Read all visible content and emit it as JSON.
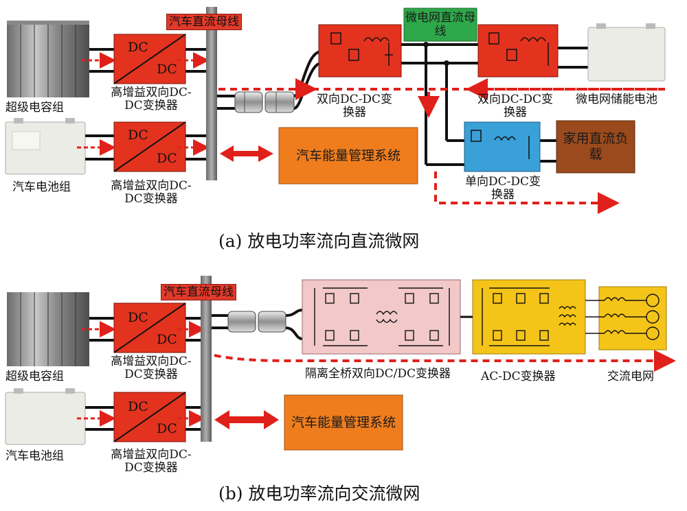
{
  "panel_a": {
    "caption": "(a) 放电功率流向直流微网",
    "bus_label": "汽车直流母线",
    "microgrid_bus_label": "微电网直流母线",
    "supercap_label": "超级电容组",
    "battery_label": "汽车电池组",
    "converter_dc_in": "DC",
    "converter_dc_out": "DC",
    "converter_top_label": "高增益双向DC-DC变换器",
    "converter_bottom_label": "高增益双向DC-DC变换器",
    "ems_label": "汽车能量管理系统",
    "bidirectional_converter_label": "双向DC-DC变换器",
    "storage_label": "微电网储能电池",
    "unidirectional_converter_label": "单向DC-DC变换器",
    "load_label": "家用直流负载"
  },
  "panel_b": {
    "caption": "(b) 放电功率流向交流微网",
    "bus_label": "汽车直流母线",
    "supercap_label": "超级电容组",
    "battery_label": "汽车电池组",
    "converter_dc_in": "DC",
    "converter_dc_out": "DC",
    "converter_top_label": "高增益双向DC-DC变换器",
    "converter_bottom_label": "高增益双向DC-DC变换器",
    "ems_label": "汽车能量管理系统",
    "isolated_converter_label": "隔离全桥双向DC/DC变换器",
    "acdc_label": "AC-DC变换器",
    "grid_label": "交流电网"
  },
  "colors": {
    "converter_red": "#e3331f",
    "ems_orange": "#ef7d1e",
    "microgrid_green": "#2ea84a",
    "unidirectional_blue": "#3aa0d8",
    "load_brown": "#9a4a1c",
    "isolated_pink": "#f2c8c8",
    "acdc_yellow": "#f4c418",
    "flow_arrow": "#e0201a"
  }
}
